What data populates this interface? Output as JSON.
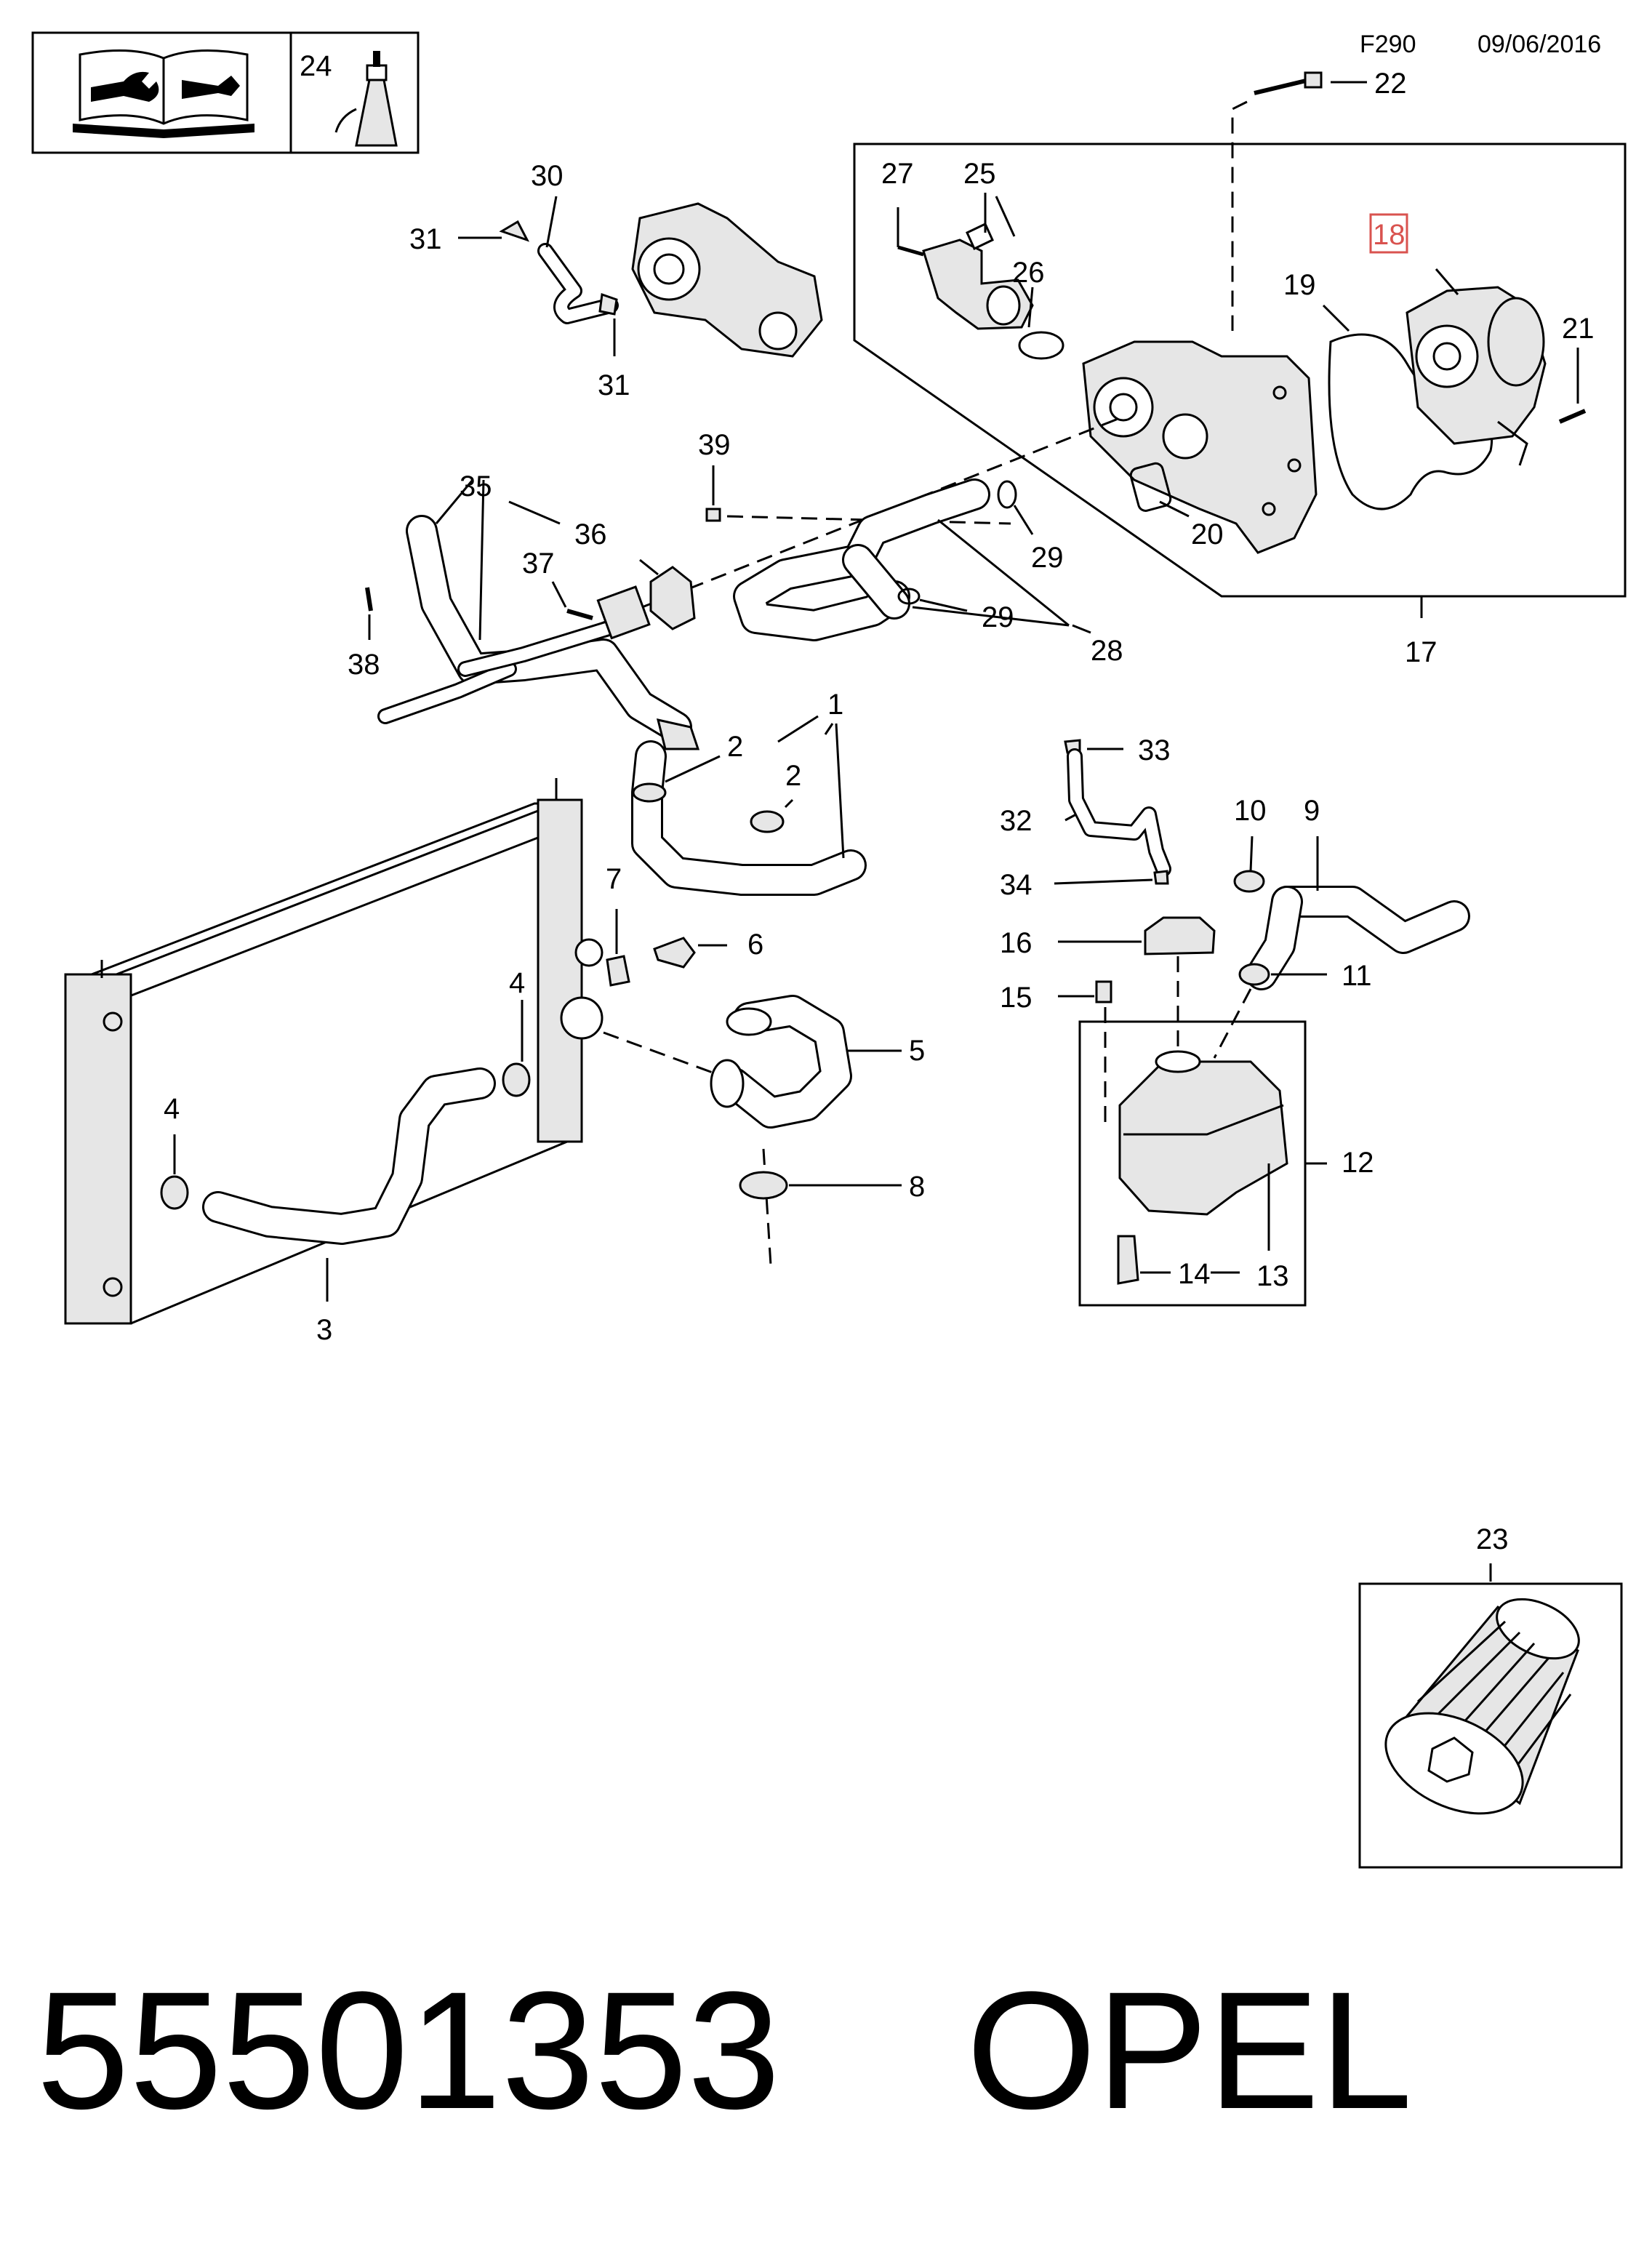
{
  "header": {
    "figure_code": "F290",
    "date": "09/06/2016"
  },
  "icons": {
    "manual": "repair-manual-icon",
    "sealant": "sealant-bottle-icon"
  },
  "highlight_color": "#d9534f",
  "callouts": {
    "c1": "1",
    "c2a": "2",
    "c2b": "2",
    "c3": "3",
    "c4a": "4",
    "c4b": "4",
    "c5": "5",
    "c6": "6",
    "c7": "7",
    "c8": "8",
    "c9": "9",
    "c10": "10",
    "c11": "11",
    "c12": "12",
    "c13": "13",
    "c14": "14",
    "c15": "15",
    "c16": "16",
    "c17": "17",
    "c18": "18",
    "c19": "19",
    "c20": "20",
    "c21": "21",
    "c22": "22",
    "c23": "23",
    "c24": "24",
    "c25": "25",
    "c26": "26",
    "c27": "27",
    "c28": "28",
    "c29a": "29",
    "c29b": "29",
    "c30": "30",
    "c31a": "31",
    "c31b": "31",
    "c32": "32",
    "c33": "33",
    "c34": "34",
    "c35": "35",
    "c36": "36",
    "c37": "37",
    "c38": "38",
    "c39": "39"
  },
  "caption": {
    "part_number": "55501353",
    "brand": "OPEL",
    "text": "55501353    OPEL"
  }
}
